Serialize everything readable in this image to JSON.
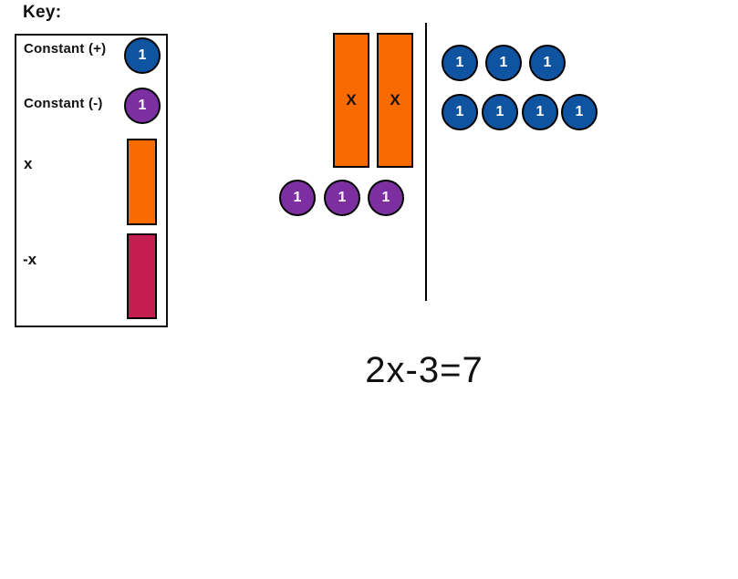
{
  "colors": {
    "positive_unit": "#0F54A0",
    "negative_unit": "#7D2FA2",
    "positive_x": "#F76B00",
    "negative_x": "#C41E51",
    "outline": "#000000",
    "background": "#FFFFFF"
  },
  "key": {
    "title": "Key:",
    "items": [
      {
        "label": "Constant (+)",
        "value": "1",
        "tile": "positive-unit-circle-blue"
      },
      {
        "label": "Constant (-)",
        "value": "1",
        "tile": "negative-unit-circle-purple"
      },
      {
        "label": "x",
        "tile": "positive-x-bar-orange"
      },
      {
        "label": "-x",
        "tile": "negative-x-bar-crimson"
      }
    ]
  },
  "workspace": {
    "left_side": {
      "x_tiles": [
        {
          "label": "X"
        },
        {
          "label": "X"
        }
      ],
      "negative_units": [
        {
          "value": "1"
        },
        {
          "value": "1"
        },
        {
          "value": "1"
        }
      ]
    },
    "right_side": {
      "positive_units_row1": [
        {
          "value": "1"
        },
        {
          "value": "1"
        },
        {
          "value": "1"
        }
      ],
      "positive_units_row2": [
        {
          "value": "1"
        },
        {
          "value": "1"
        },
        {
          "value": "1"
        },
        {
          "value": "1"
        }
      ]
    }
  },
  "equation": "2x-3=7"
}
